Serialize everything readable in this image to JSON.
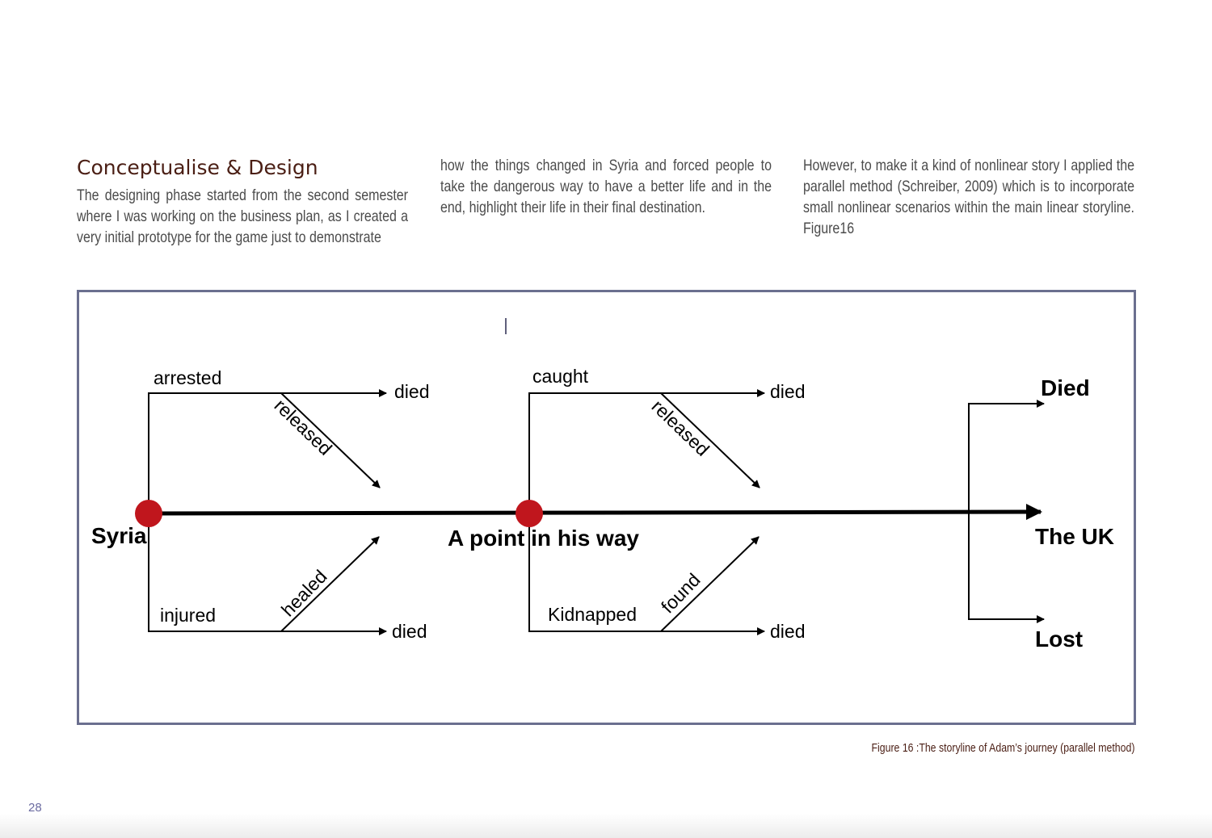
{
  "section": {
    "heading": "Conceptualise & Design",
    "columns": [
      "The designing phase started from the second semester where I was working on the business plan, as I created a very initial prototype for the game just to demonstrate",
      "how the things changed in Syria and forced people to take the dangerous way to have a better life and in the end, highlight their life in their final destination.",
      "However, to make it a kind of nonlinear story I applied the parallel method (Schreiber, 2009) which is to incorporate small nonlinear scenarios within the main linear storyline.  Figure16"
    ]
  },
  "diagram": {
    "nodes": {
      "start": "Syria",
      "middle": "A point in his way",
      "end": "The UK"
    },
    "first_branch": {
      "top_label": "arrested",
      "top_outcome": "died",
      "top_diagonal": "released",
      "bottom_label": "injured",
      "bottom_outcome": "died",
      "bottom_diagonal": "healed"
    },
    "second_branch": {
      "top_label": "caught",
      "top_outcome": "died",
      "top_diagonal": "released",
      "bottom_label": "Kidnapped",
      "bottom_outcome": "died",
      "bottom_diagonal": "found"
    },
    "final_outcomes": {
      "top": "Died",
      "bottom": "Lost"
    },
    "colors": {
      "node_fill": "#c0161d",
      "frame_border": "#6b6f8f",
      "line": "#000000"
    }
  },
  "caption": "Figure 16 :The storyline of Adam’s journey (parallel method)",
  "page_number": "28"
}
